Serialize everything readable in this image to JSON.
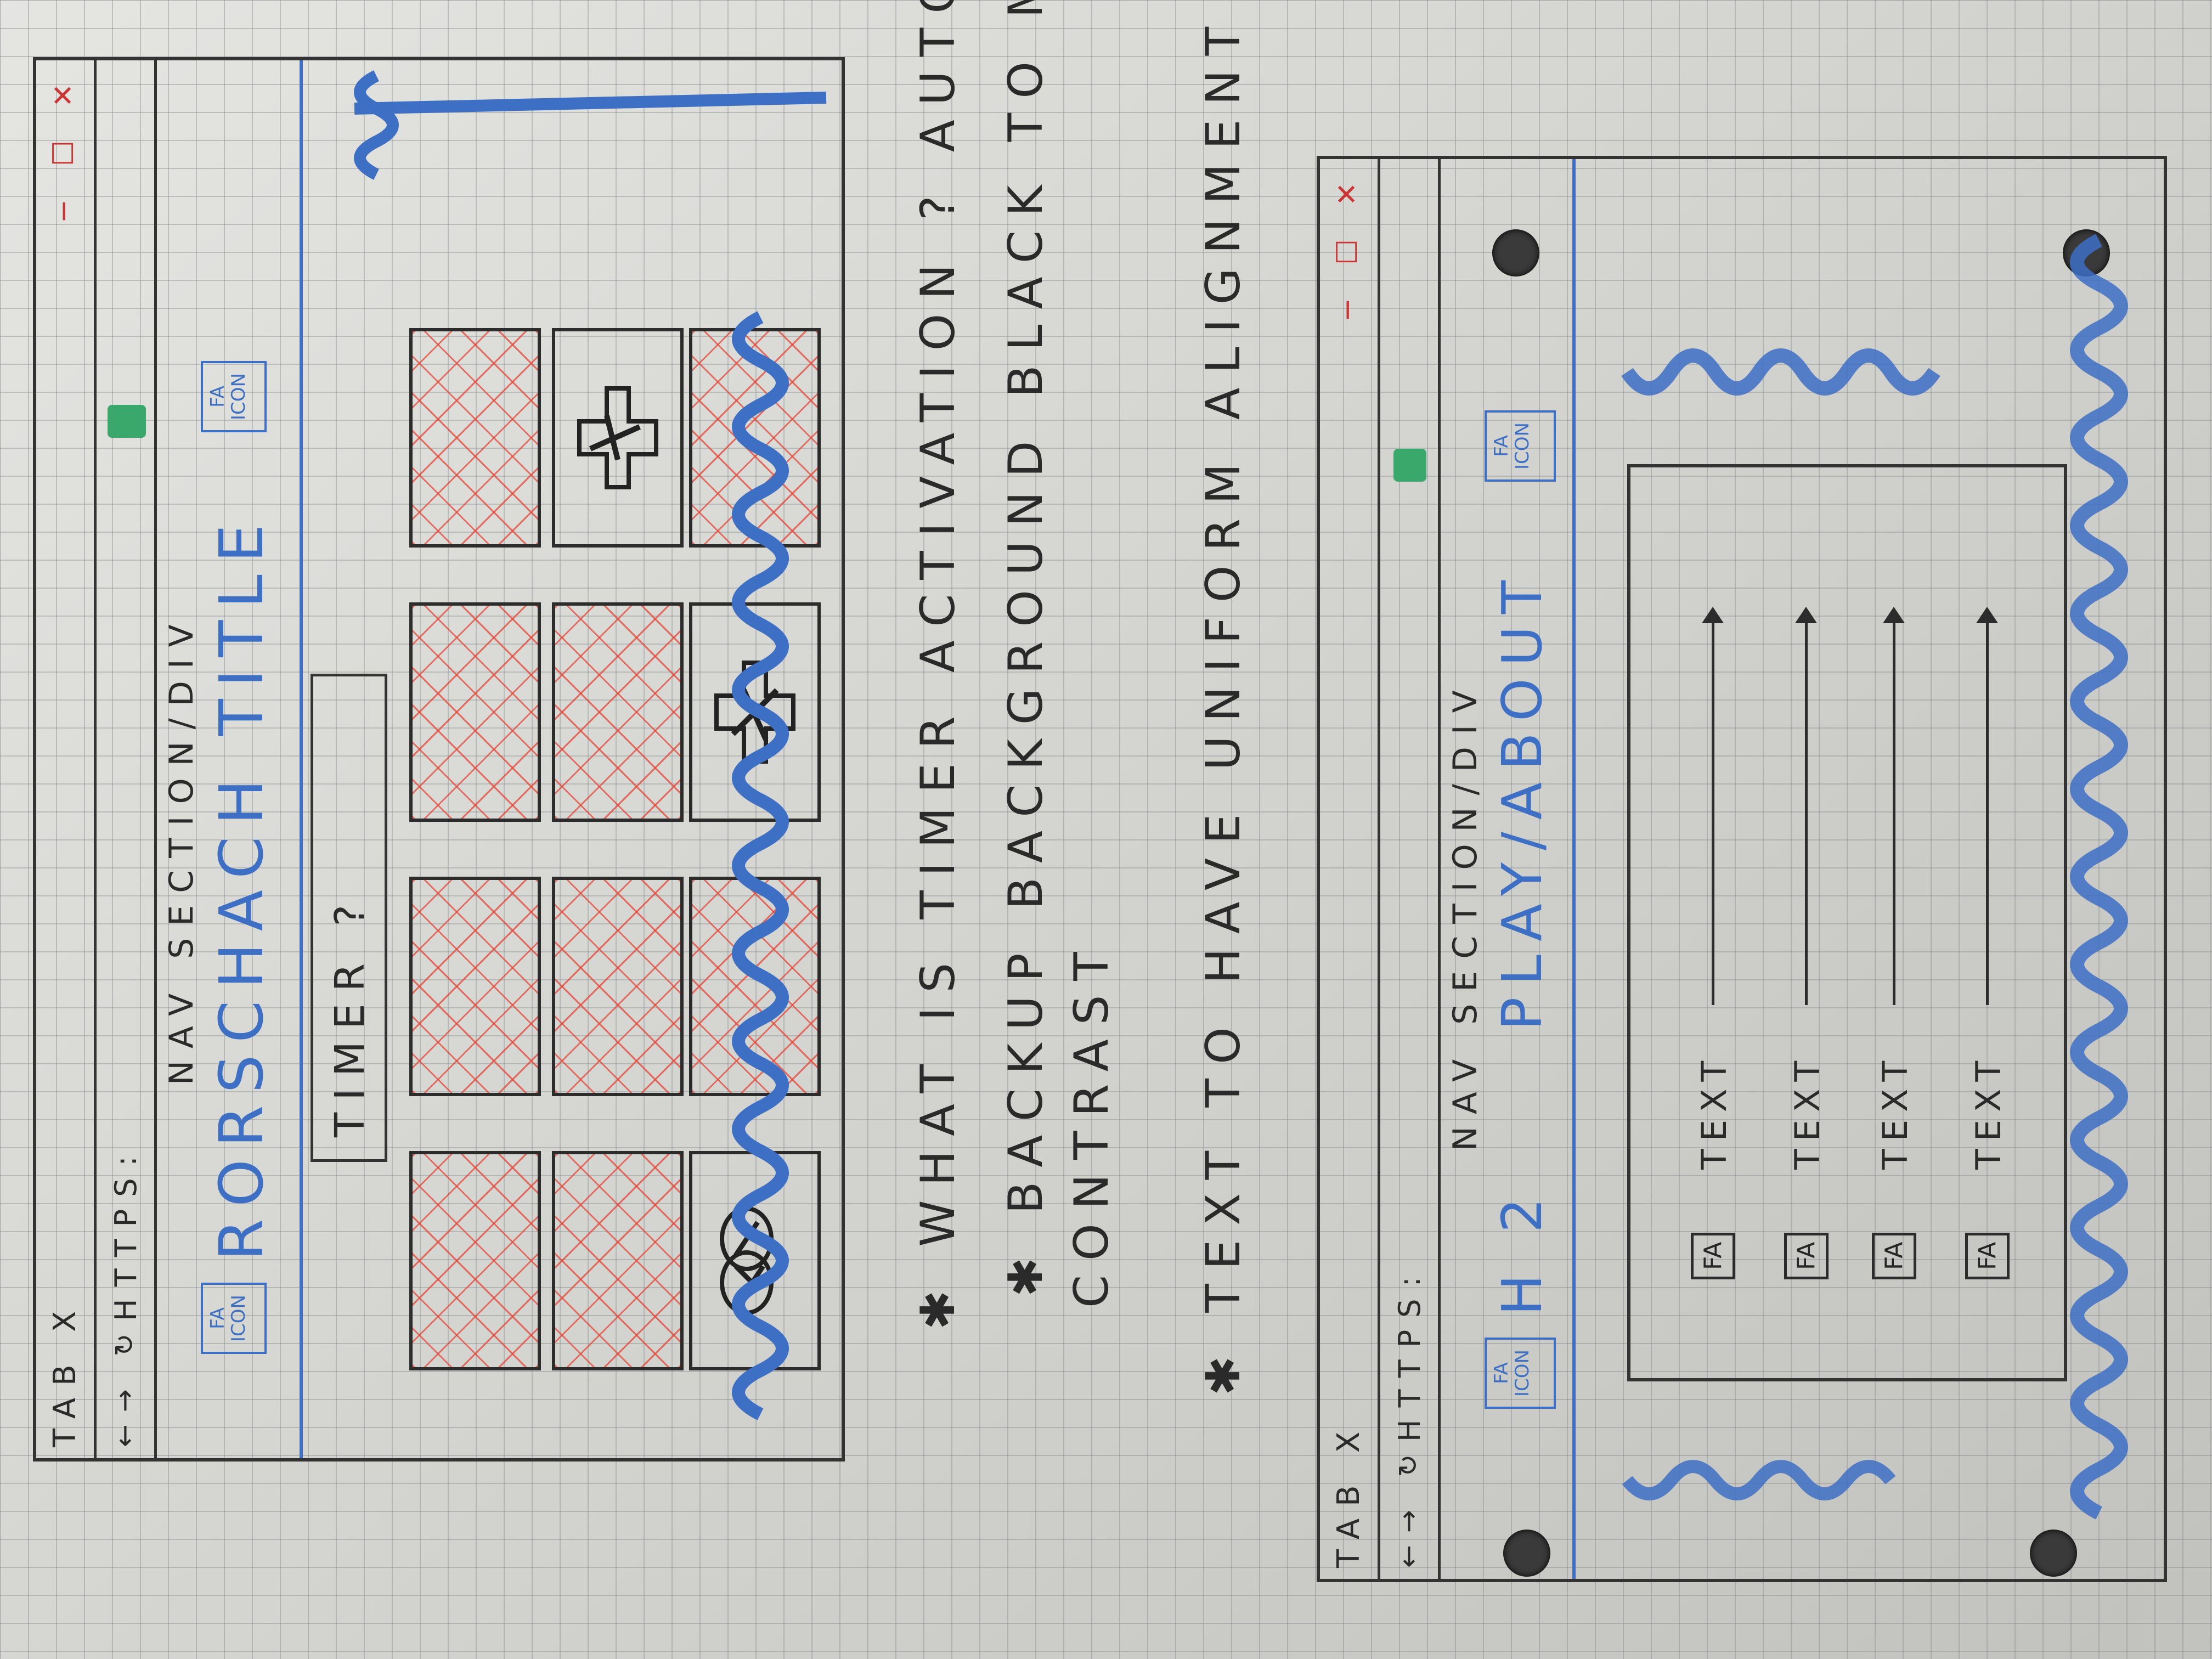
{
  "sketch1": {
    "tab": "TAB",
    "tab_close": "X",
    "nav_arrows": "←→ ↻",
    "url": "HTTPS:",
    "window_controls": "− ☐ ✕",
    "nav_label": "NAV SECTION/DIV",
    "fa_left": "FA ICON",
    "title": "RORSCHACH TITLE",
    "fa_right": "FA ICON",
    "timer": "TIMER ?",
    "cards": [
      "hidden",
      "hidden",
      "hidden",
      "hidden",
      "hidden",
      "hidden",
      "hidden",
      "revealed-cross",
      "revealed-blot",
      "hidden",
      "revealed-cross",
      "hidden"
    ]
  },
  "notes": [
    "✱ WHAT IS TIMER ACTIVATION ? AUTO/MANUAL ?",
    "✱ BACKUP BACKGROUND BLACK TO MAINTAIN",
    "CONTRAST",
    "✱ TEXT TO HAVE UNIFORM ALIGNMENT / MARGIN"
  ],
  "sketch2": {
    "tab": "TAB",
    "tab_close": "X",
    "nav_arrows": "←→ ↻",
    "url": "HTTPS:",
    "window_controls": "− ☐ ✕",
    "nav_label": "NAV SECTION/DIV",
    "fa_left": "FA ICON",
    "h2": "H 2",
    "menu": "PLAY/ABOUT",
    "fa_right": "FA ICON",
    "rows": [
      {
        "icon": "FA",
        "text": "TEXT"
      },
      {
        "icon": "FA",
        "text": "TEXT"
      },
      {
        "icon": "FA",
        "text": "TEXT"
      },
      {
        "icon": "FA",
        "text": "TEXT"
      }
    ]
  },
  "colors": {
    "ink": "#2a2a2a",
    "blue_marker": "#3d6fc4",
    "red_hatch": "#e64637",
    "green_marker": "#3aa86b",
    "paper": "#dcdcd8"
  }
}
